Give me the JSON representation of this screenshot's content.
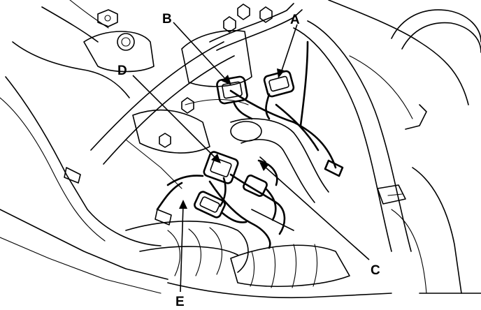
{
  "callouts": {
    "a": "A",
    "b": "B",
    "c": "C",
    "d": "D",
    "e": "E"
  },
  "colors": {
    "ink": "#000000",
    "paper": "#ffffff"
  }
}
